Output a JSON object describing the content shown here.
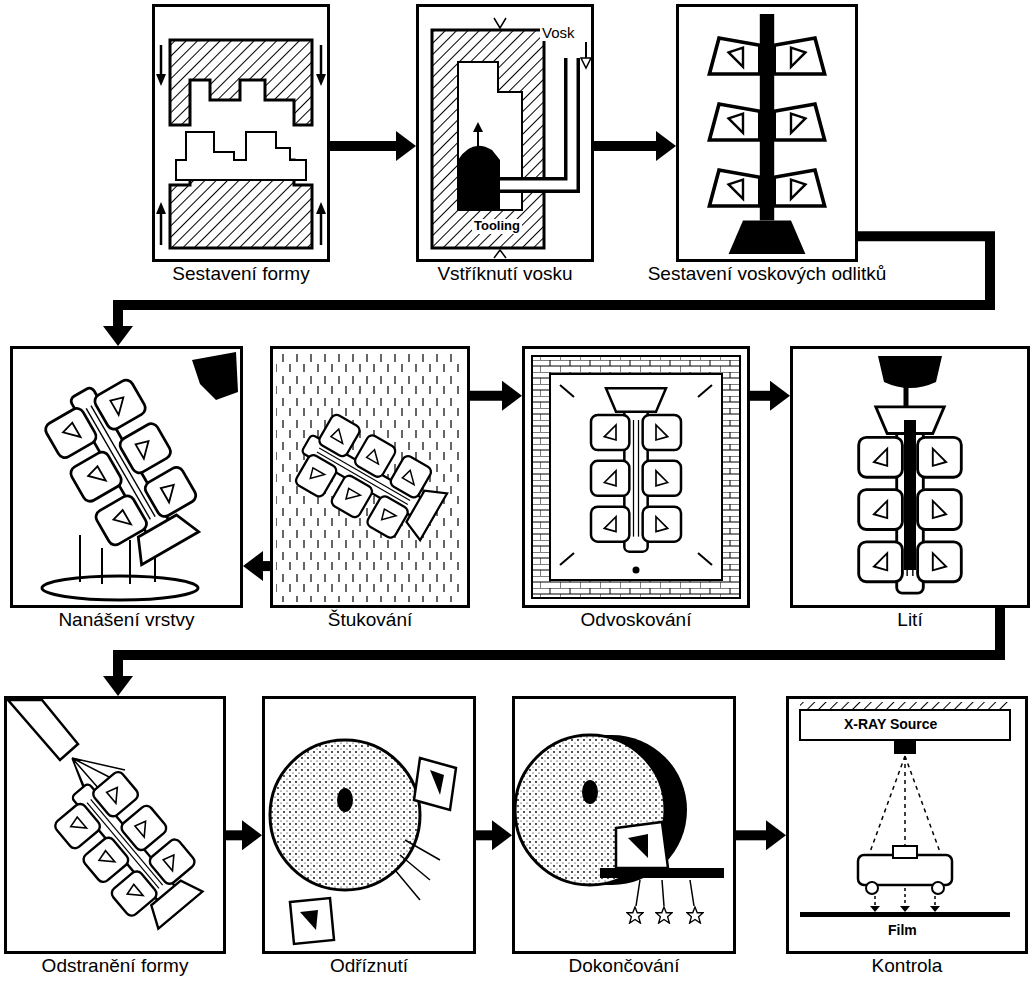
{
  "diagram": {
    "nodes": [
      {
        "text": [
          "Sestavení formy"
        ]
      },
      {
        "text": [
          "Vstříknutí vosku"
        ]
      },
      {
        "text": [
          "Sestavení voskových odlitků"
        ]
      },
      {
        "text": [
          "Nanášení vrstvy"
        ]
      },
      {
        "text": [
          "Štukování"
        ]
      },
      {
        "text": [
          "Odvoskování"
        ]
      },
      {
        "text": [
          "Lití"
        ]
      },
      {
        "text": [
          "Odstranění formy"
        ]
      },
      {
        "text": [
          "Odříznutí"
        ]
      },
      {
        "text": [
          "Dokončování"
        ]
      },
      {
        "text": [
          "Kontrola"
        ]
      }
    ],
    "edges": [
      {
        "from": 0,
        "to": 1,
        "arrow": "to"
      },
      {
        "from": 1,
        "to": 2,
        "arrow": "to"
      },
      {
        "from": 2,
        "to": 3,
        "arrow": "to"
      },
      {
        "from": 4,
        "to": 3,
        "arrow": "to"
      },
      {
        "from": 4,
        "to": 5,
        "arrow": "to"
      },
      {
        "from": 5,
        "to": 6,
        "arrow": "to"
      },
      {
        "from": 6,
        "to": 7,
        "arrow": "to"
      },
      {
        "from": 7,
        "to": 8,
        "arrow": "to"
      },
      {
        "from": 8,
        "to": 9,
        "arrow": "to"
      },
      {
        "from": 9,
        "to": 10,
        "arrow": "to"
      }
    ],
    "labels": [
      "Vosk",
      "Tooling",
      "X-RAY Source",
      "Film"
    ]
  }
}
